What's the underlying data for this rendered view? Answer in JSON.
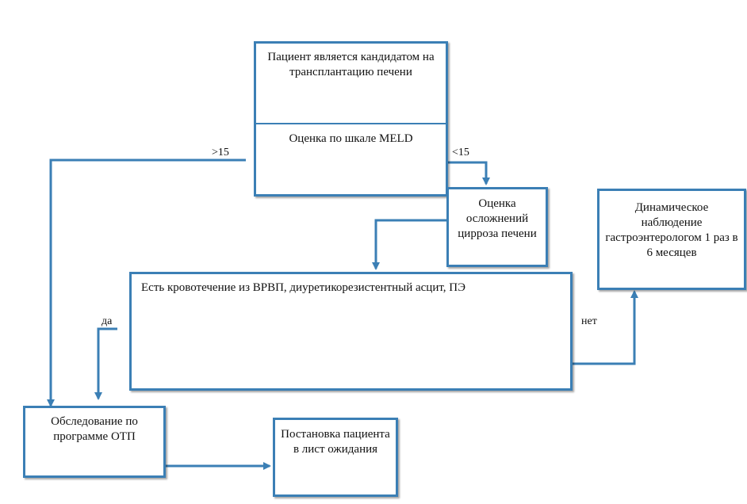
{
  "nodes": {
    "candidate": "Пациент является кандидатом на трансплантацию печени",
    "meld": "Оценка по шкале MELD",
    "complications": "Оценка осложнений цирроза печени",
    "dynamic": "Динамическое наблюдение гастроэнтерологом 1 раз в 6 месяцев",
    "bleeding": "Есть кровотечение из ВРВП, диуретикорезистентный асцит, ПЭ",
    "exam": "Обследование по программе ОТП",
    "waitlist": "Постановка пациента в лист ожидания"
  },
  "labels": {
    "gt15": ">15",
    "lt15": "<15",
    "yes": "да",
    "no": "нет"
  },
  "colors": {
    "border": "#3b7fb5",
    "arrow": "#3b7fb5"
  }
}
